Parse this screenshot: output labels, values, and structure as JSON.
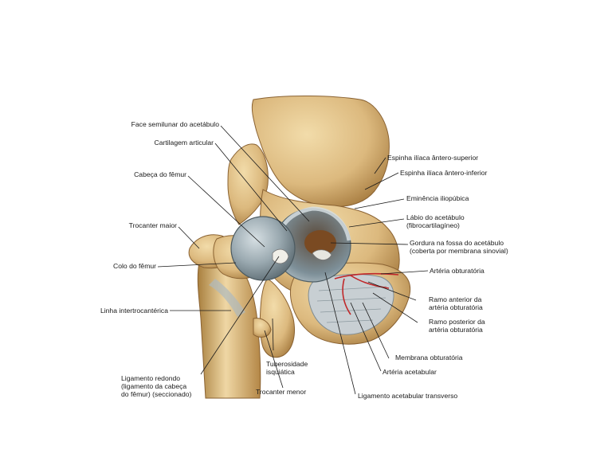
{
  "labels": {
    "face_semilunar": "Face semilunar do acetábulo",
    "cartilagem": "Cartilagem articular",
    "cabeca_femur": "Cabeça do fêmur",
    "trocanter_maior": "Trocanter maior",
    "colo_femur": "Colo do fêmur",
    "linha_intertrocanterica": "Linha intertrocantérica",
    "ligamento_redondo": "Ligamento redondo\n(ligamento da cabeça\ndo fêmur) (seccionado)",
    "tuberosidade_isquiatica": "Tuberosidade\nisquiática",
    "trocanter_menor": "Trocanter menor",
    "ligamento_acetabular_transverso": "Ligamento acetabular transverso",
    "arteria_acetabular": "Artéria acetabular",
    "membrana_obturatoria": "Membrana obturatória",
    "ramo_posterior": "Ramo posterior da\nartéria obturatória",
    "ramo_anterior": "Ramo anterior da\nartéria obturatória",
    "arteria_obturatoria": "Artéria obturatória",
    "gordura_fossa": "Gordura na fossa do acetábulo\n(coberta por membrana sinovial)",
    "labio_acetabulo": "Lábio do acetábulo\n(fibrocartilagíneo)",
    "eminencia_iliopubica": "Eminência iliopúbica",
    "espinha_antero_inferior": "Espinha ilíaca ântero-inferior",
    "espinha_antero_superior": "Espinha ilíaca ântero-superior"
  },
  "colors": {
    "bone": "#e2c58f",
    "bone_shadow": "#b88d4e",
    "bone_dark": "#8a6232",
    "cartilage": "#8e9ea6",
    "cartilage_light": "#c9d3d8",
    "artery": "#c0282a",
    "leader": "#1a1a1a"
  }
}
